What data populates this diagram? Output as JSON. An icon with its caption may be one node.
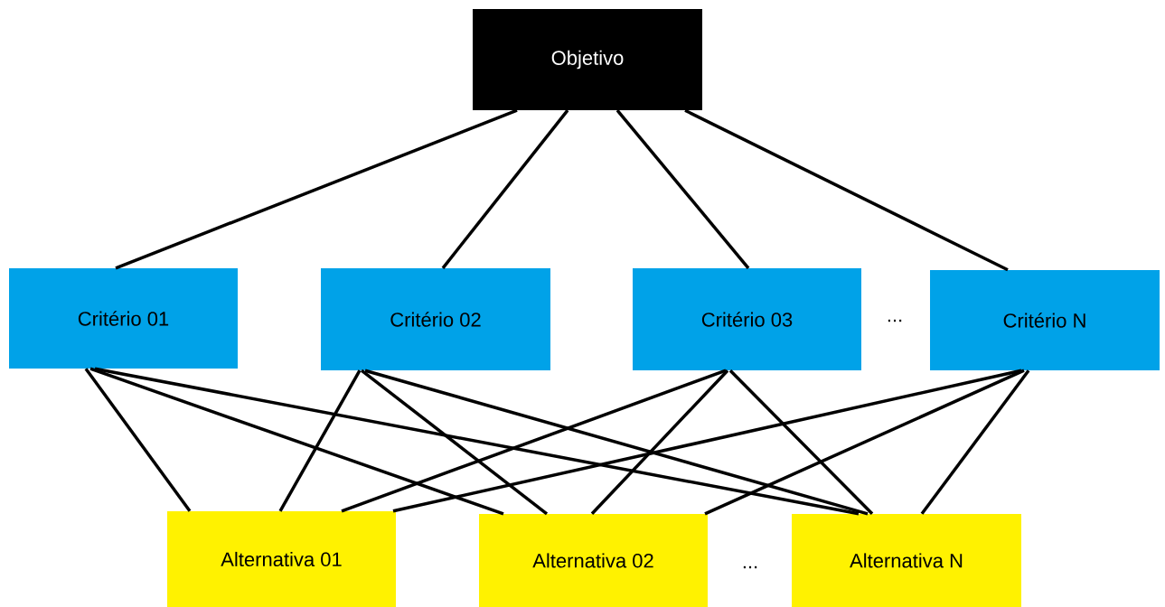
{
  "diagram": {
    "nodes": [
      {
        "text": [
          "Objetivo"
        ]
      },
      {
        "text": [
          "Critério 01"
        ]
      },
      {
        "text": [
          "Critério 02"
        ]
      },
      {
        "text": [
          "Critério 03"
        ]
      },
      {
        "text": [
          "Critério N"
        ]
      },
      {
        "text": [
          "Alternativa 01"
        ]
      },
      {
        "text": [
          "Alternativa 02"
        ]
      },
      {
        "text": [
          "Alternativa N"
        ]
      }
    ],
    "edges": [
      {
        "from": 0,
        "to": 1,
        "arrow": "none"
      },
      {
        "from": 0,
        "to": 2,
        "arrow": "none"
      },
      {
        "from": 0,
        "to": 3,
        "arrow": "none"
      },
      {
        "from": 0,
        "to": 4,
        "arrow": "none"
      },
      {
        "from": 1,
        "to": 5,
        "arrow": "none"
      },
      {
        "from": 1,
        "to": 6,
        "arrow": "none"
      },
      {
        "from": 1,
        "to": 7,
        "arrow": "none"
      },
      {
        "from": 2,
        "to": 5,
        "arrow": "none"
      },
      {
        "from": 2,
        "to": 6,
        "arrow": "none"
      },
      {
        "from": 2,
        "to": 7,
        "arrow": "none"
      },
      {
        "from": 3,
        "to": 5,
        "arrow": "none"
      },
      {
        "from": 3,
        "to": 6,
        "arrow": "none"
      },
      {
        "from": 3,
        "to": 7,
        "arrow": "none"
      },
      {
        "from": 4,
        "to": 5,
        "arrow": "none"
      },
      {
        "from": 4,
        "to": 6,
        "arrow": "none"
      },
      {
        "from": 4,
        "to": 7,
        "arrow": "none"
      }
    ],
    "labels": [
      "...",
      "..."
    ]
  }
}
